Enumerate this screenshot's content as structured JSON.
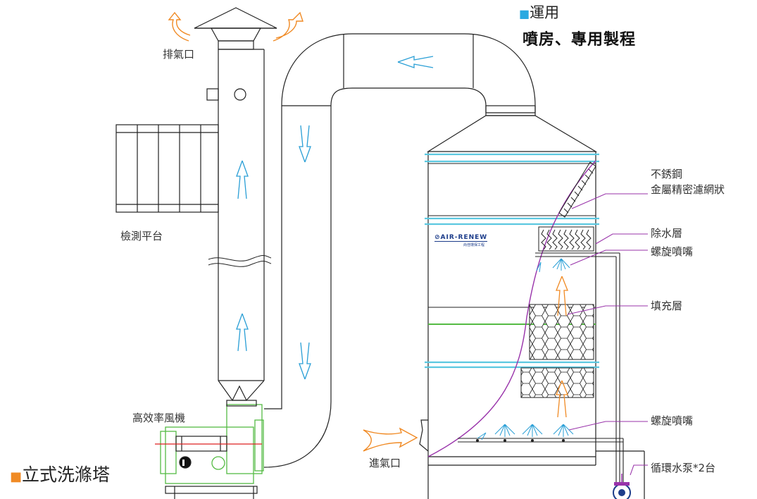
{
  "header": {
    "apply_label": "運用",
    "apply_items": "噴房、專用製程"
  },
  "title": "立式洗滌塔",
  "logo": {
    "brand": "AIR-RENEW",
    "subtitle": "尚佳環保工程"
  },
  "labels": {
    "exhaust_outlet": "排氣口",
    "inspection_platform": "檢測平台",
    "fan": "高效率風機",
    "inlet": "進氣口",
    "stainless_line1": "不銹鋼",
    "stainless_line2": "金屬精密濾網狀",
    "demister": "除水層",
    "spray_nozzle_top": "螺旋噴嘴",
    "packing": "填充層",
    "spray_nozzle_bottom": "螺旋噴嘴",
    "pump": "循環水泵*2台"
  },
  "colors": {
    "line": "#222222",
    "flow_arrow": "#2a9fd6",
    "exhaust_arrow": "#f08a24",
    "cyan_band": "#5cc8e0",
    "green": "#55bb44",
    "purple": "#9933aa",
    "red": "#dd2222"
  }
}
